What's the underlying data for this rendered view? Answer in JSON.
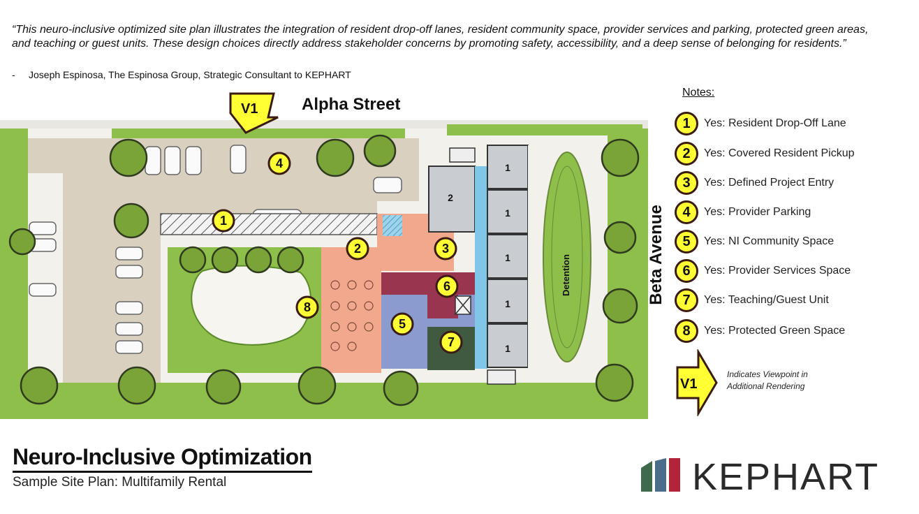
{
  "quote": {
    "text": "“This neuro-inclusive optimized site plan illustrates the integration of resident drop-off lanes, resident community space, provider services and parking, protected green areas, and teaching or guest units. These design choices directly address stakeholder concerns by promoting safety, accessibility, and a deep sense of belonging for residents.”",
    "attribution_dash": "-",
    "attribution": "Joseph Espinosa, The Espinosa Group, Strategic Consultant to KEPHART"
  },
  "plan": {
    "street": "Alpha Street",
    "avenue": "Beta Avenue",
    "viewpoint": "V1",
    "detention": "Detention",
    "building_unit_labels": [
      "1",
      "1",
      "1",
      "1",
      "1"
    ],
    "building_two_label": "2",
    "markers": [
      "1",
      "2",
      "3",
      "4",
      "5",
      "6",
      "7",
      "8"
    ]
  },
  "notes": {
    "title": "Notes:",
    "items": [
      {
        "num": "1",
        "text": "Yes: Resident Drop-Off Lane"
      },
      {
        "num": "2",
        "text": "Yes: Covered Resident Pickup"
      },
      {
        "num": "3",
        "text": "Yes: Defined Project Entry"
      },
      {
        "num": "4",
        "text": "Yes: Provider Parking"
      },
      {
        "num": "5",
        "text": "Yes: NI Community Space"
      },
      {
        "num": "6",
        "text": "Yes: Provider Services Space"
      },
      {
        "num": "7",
        "text": "Yes: Teaching/Guest Unit"
      },
      {
        "num": "8",
        "text": "Yes: Protected Green Space"
      }
    ],
    "legend_label": "V1",
    "legend_text": "Indicates Viewpoint in Additional Rendering"
  },
  "footer": {
    "title": "Neuro-Inclusive Optimization",
    "subtitle": "Sample Site Plan: Multifamily Rental",
    "logo_text": "KEPHART"
  },
  "colors": {
    "marker_fill": "#ffff33",
    "marker_border": "#3b1b10",
    "green": "#7fb33a",
    "community_blue": "#8b9bcf",
    "provider_red": "#9a3550",
    "teaching_green": "#3f5a40",
    "patio_salmon": "#f2a88c",
    "building_gray": "#c9cdd1",
    "logo_green": "#3e6b4b",
    "logo_blue": "#4b6d8c",
    "logo_red": "#b2243a"
  }
}
